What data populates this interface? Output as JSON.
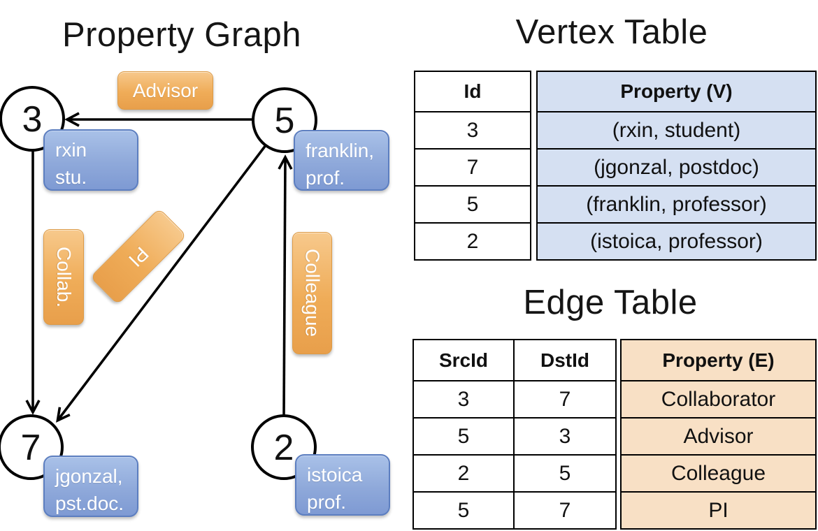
{
  "graph": {
    "title": "Property Graph",
    "vertices": [
      {
        "id": "3",
        "line1": "rxin",
        "line2": "stu."
      },
      {
        "id": "5",
        "line1": "franklin,",
        "line2": "prof."
      },
      {
        "id": "7",
        "line1": "jgonzal,",
        "line2": "pst.doc."
      },
      {
        "id": "2",
        "line1": "istoica",
        "line2": "prof."
      }
    ],
    "edge_labels": {
      "advisor": "Advisor",
      "collab": "Collab.",
      "pi": "PI",
      "colleague": "Colleague"
    }
  },
  "vertex_table": {
    "title": "Vertex Table",
    "columns": {
      "id": "Id",
      "property": "Property (V)"
    },
    "rows": [
      {
        "id": "3",
        "property": "(rxin, student)"
      },
      {
        "id": "7",
        "property": "(jgonzal, postdoc)"
      },
      {
        "id": "5",
        "property": "(franklin, professor)"
      },
      {
        "id": "2",
        "property": "(istoica, professor)"
      }
    ]
  },
  "edge_table": {
    "title": "Edge Table",
    "columns": {
      "src": "SrcId",
      "dst": "DstId",
      "property": "Property (E)"
    },
    "rows": [
      {
        "src": "3",
        "dst": "7",
        "property": "Collaborator"
      },
      {
        "src": "5",
        "dst": "3",
        "property": "Advisor"
      },
      {
        "src": "2",
        "dst": "5",
        "property": "Colleague"
      },
      {
        "src": "5",
        "dst": "7",
        "property": "PI"
      }
    ]
  },
  "colors": {
    "vertex_box_blue": "#7e9ad3",
    "edge_box_orange": "#efac58",
    "vertex_cell_bg": "#d5e0f2",
    "edge_cell_bg": "#f8e0c5",
    "line_black": "#000000"
  }
}
